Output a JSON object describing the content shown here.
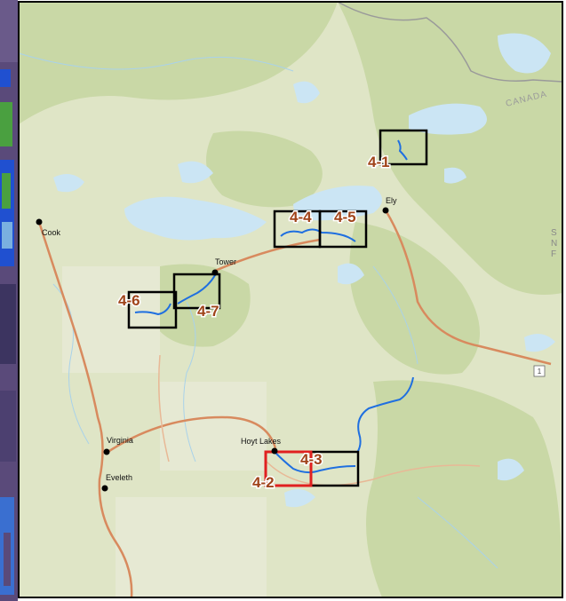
{
  "map": {
    "border_label": "CANADA",
    "edge_label_fragments": [
      "S",
      "N",
      "F"
    ],
    "highway_shield": "1",
    "colors": {
      "land": "#dfe5c6",
      "forest": "#c9d8a6",
      "water": "#cbe5f4",
      "road": "#d88a5e",
      "stream": "#1f6fe0",
      "box": "#000000",
      "highlight_box": "#e02020",
      "label": "#a0441a",
      "left_strip_purple": "#5a4a7a",
      "left_strip_blue": "#2050d0",
      "left_strip_green": "#4aa040"
    }
  },
  "towns": [
    {
      "name": "Cook"
    },
    {
      "name": "Tower"
    },
    {
      "name": "Ely"
    },
    {
      "name": "Virginia"
    },
    {
      "name": "Eveleth"
    },
    {
      "name": "Hoyt Lakes"
    }
  ],
  "study_areas": [
    {
      "label": "4-1",
      "highlight": false
    },
    {
      "label": "4-2",
      "highlight": true
    },
    {
      "label": "4-3",
      "highlight": false
    },
    {
      "label": "4-4",
      "highlight": false
    },
    {
      "label": "4-5",
      "highlight": false
    },
    {
      "label": "4-6",
      "highlight": false
    },
    {
      "label": "4-7",
      "highlight": false
    }
  ]
}
